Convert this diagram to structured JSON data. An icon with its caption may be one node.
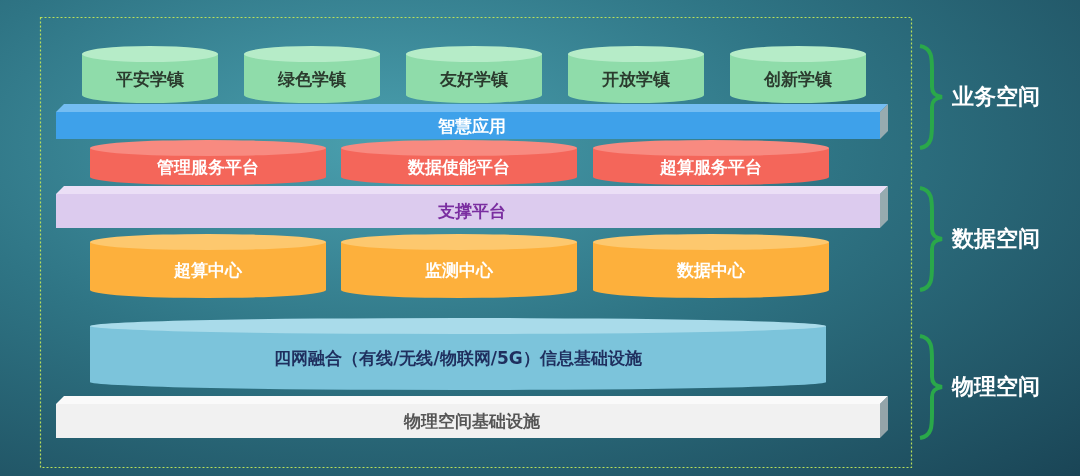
{
  "diagram": {
    "nodes": [
      {
        "text": [
          "平安学镇"
        ]
      },
      {
        "text": [
          "绿色学镇"
        ]
      },
      {
        "text": [
          "友好学镇"
        ]
      },
      {
        "text": [
          "开放学镇"
        ]
      },
      {
        "text": [
          "创新学镇"
        ]
      },
      {
        "text": [
          "智慧应用"
        ]
      },
      {
        "text": [
          "管理服务平台"
        ]
      },
      {
        "text": [
          "数据使能平台"
        ]
      },
      {
        "text": [
          "超算服务平台"
        ]
      },
      {
        "text": [
          "支撑平台"
        ]
      },
      {
        "text": [
          "超算中心"
        ]
      },
      {
        "text": [
          "监测中心"
        ]
      },
      {
        "text": [
          "数据中心"
        ]
      },
      {
        "text": [
          "四网融合（有线/无线/物联网/5G）信息基础设施"
        ]
      },
      {
        "text": [
          "物理空间基础设施"
        ]
      }
    ],
    "edges": [],
    "labels": [
      "业务空间",
      "数据空间",
      "物理空间"
    ]
  }
}
